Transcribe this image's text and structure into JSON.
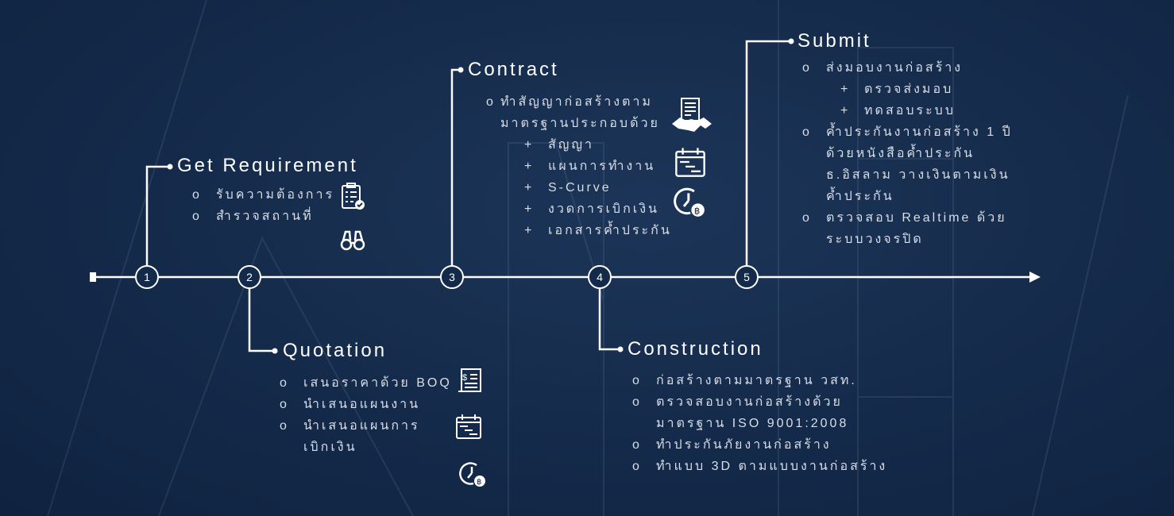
{
  "steps": [
    {
      "number": "1",
      "title": "Get Requirement",
      "items": [
        "รับความต้องการ",
        "สำรวจสถานที่"
      ]
    },
    {
      "number": "2",
      "title": "Quotation",
      "items": [
        "เสนอราคาด้วย BOQ",
        "นำเสนอแผนงาน",
        "นำเสนอแผนการ",
        "เบิกเงิน"
      ]
    },
    {
      "number": "3",
      "title": "Contract",
      "items": [
        "ทำสัญญาก่อสร้างตาม",
        "มาตรฐานประกอบด้วย"
      ],
      "subitems": [
        "สัญญา",
        "แผนการทำงาน",
        "S-Curve",
        "งวดการเบิกเงิน",
        "เอกสารค้ำประกัน"
      ]
    },
    {
      "number": "4",
      "title": "Construction",
      "items": [
        "ก่อสร้างตามมาตรฐาน วสท.",
        "ตรวจสอบงานก่อสร้างด้วย",
        "มาตรฐาน ISO 9001:2008",
        "ทำประกันภัยงานก่อสร้าง",
        "ทำแบบ 3D ตามแบบงานก่อสร้าง"
      ]
    },
    {
      "number": "5",
      "title": "Submit",
      "items": [
        "ส่งมอบงานก่อสร้าง",
        "ค้ำประกันงานก่อสร้าง 1 ปี",
        "ด้วยหนังสือค้ำประกัน",
        "ธ.อิสลาม วางเงินตามเงิน",
        "ค้ำประกัน",
        "ตรวจสอบ Realtime ด้วย",
        "ระบบวงจรปิด"
      ],
      "subitems": [
        "ตรวจส่งมอบ",
        "ทดสอบระบบ"
      ]
    }
  ],
  "bullet": "o",
  "plus": "+",
  "colors": {
    "background": "#152b4b",
    "line": "#ffffff",
    "text": "#d9dee7"
  }
}
